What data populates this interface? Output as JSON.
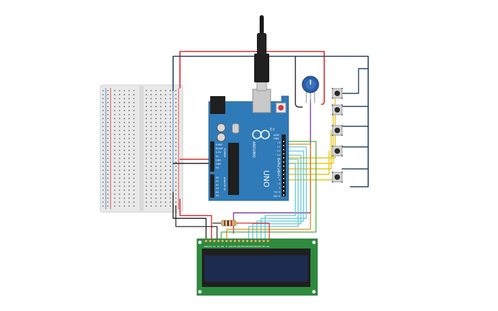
{
  "arduino": {
    "brand": "ARDUINO",
    "model": "UNO",
    "digital_label": "DIGITAL (PWM~)",
    "analog_label": "ANALOG IN",
    "power_label": "POWER",
    "aref": "AREF",
    "gnd": "GND",
    "tx": "TX",
    "rx": "RX",
    "power_pins": [
      "IOREF",
      "RESET",
      "3.3V",
      "5V",
      "GND",
      "GND",
      "Vin"
    ],
    "analog_pins": [
      "A0",
      "A1",
      "A2",
      "A3",
      "A4",
      "A5"
    ],
    "digital_pins": [
      "13",
      "12",
      "~11",
      "~10",
      "~9",
      "8",
      "7",
      "~6",
      "~5",
      "4",
      "~3",
      "2",
      "TX→1",
      "RX←0"
    ]
  },
  "lcd": {
    "pin_labels": [
      "GND",
      "VCC",
      "V0",
      "RS",
      "RW",
      "E",
      "DB0",
      "DB1",
      "DB2",
      "DB3",
      "DB4",
      "DB5",
      "DB6",
      "DB7",
      "LED",
      "LED"
    ]
  },
  "components": {
    "potentiometer": "potentiometer",
    "resistor": "resistor",
    "buttons": 5
  },
  "colors": {
    "board": "#2f7ab8",
    "lcd_pcb": "#2e8b3e",
    "lcd_screen": "#1d2b4f",
    "wire_red": "#d62828",
    "wire_black": "#222222",
    "wire_dark_blue": "#24405e",
    "wire_yellow": "#e6c619",
    "wire_light_blue": "#5cc6d6",
    "wire_purple": "#7b3fa0",
    "wire_orange": "#d98a1c",
    "wire_green": "#4caa3a",
    "breadboard": "#e9e9e9"
  }
}
